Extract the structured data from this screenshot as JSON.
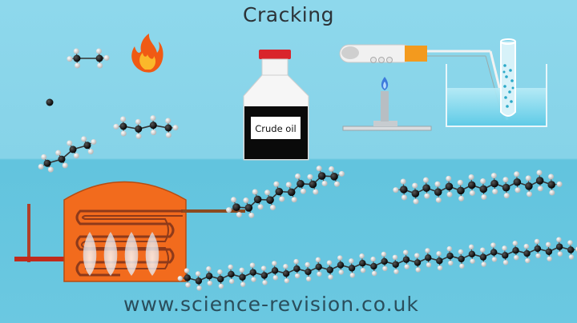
{
  "title": "Cracking",
  "bottle": {
    "label": "Crude oil"
  },
  "footer": {
    "url": "www.science-revision.co.uk"
  },
  "icons": [
    "flame-icon",
    "bunsen-burner-icon",
    "crude-oil-bottle",
    "cracking-furnace",
    "test-tube-apparatus",
    "hydrocarbon-molecule"
  ],
  "colors": {
    "background_top": "#8ed8ec",
    "background_bottom": "#62c4de",
    "furnace": "#f26b1d",
    "carbon": "#111111",
    "hydrogen": "#e8e8e8",
    "bottle_cap": "#d9242b",
    "tube_stopper": "#f39a1e"
  }
}
